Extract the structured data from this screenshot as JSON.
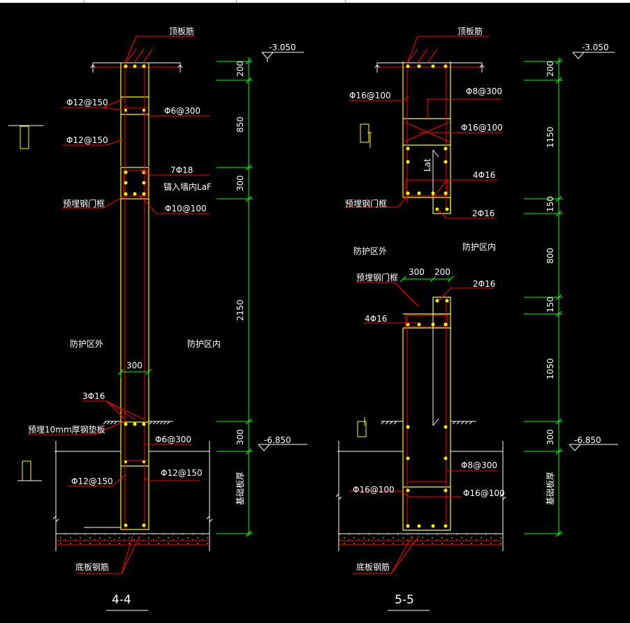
{
  "colors": {
    "bg": "#000000",
    "wall": "#ffff00",
    "rebar": "#ff0000",
    "dimension": "#00ff00",
    "text": "#ffffff",
    "hatch": "#00ff80"
  },
  "section44": {
    "title": "4-4",
    "top_slab_label": "顶板筋",
    "bottom_slab_label": "底板钢筋",
    "elev_top": "-3.050",
    "elev_bottom": "-6.850",
    "found_label": "基础板厚",
    "dims": [
      "200",
      "850",
      "300",
      "2150",
      "300"
    ],
    "width_dim": "300",
    "outside_label": "防护区外",
    "inside_label": "防护区内",
    "callouts": {
      "phi12_150_a": "Φ12@150",
      "phi6_300_a": "Φ6@300",
      "phi12_150_b": "Φ12@150",
      "seven_phi18": "7Φ18",
      "anchor": "锚入墙内LaF",
      "door_frame": "预埋钢门框",
      "phi10_100": "Φ10@100",
      "three_phi16": "3Φ16",
      "steel_plate": "预埋10mm厚钢垫板",
      "phi6_300_b": "Φ6@300",
      "phi12_150_c": "Φ12@150",
      "phi12_150_d": "Φ12@150"
    }
  },
  "section55": {
    "title": "5-5",
    "top_slab_label": "顶板筋",
    "bottom_slab_label": "底板钢筋",
    "elev_top": "-3.050",
    "elev_bottom": "-6.850",
    "found_label": "基础板厚",
    "dims": [
      "200",
      "1150",
      "150",
      "800",
      "150",
      "1050",
      "300"
    ],
    "callouts": {
      "phi16_100_a": "Φ16@100",
      "phi8_300_a": "Φ8@300",
      "phi16_100_b": "Φ16@100",
      "four_phi16_a": "4Φ16",
      "lat": "Lat",
      "door_frame_a": "预埋钢门框",
      "two_phi16_a": "2Φ16",
      "outside_label": "防护区外",
      "inside_label": "防护区内",
      "w300": "300",
      "w200": "200",
      "door_frame_b": "预埋钢门框",
      "two_phi16_b": "2Φ16",
      "four_phi16_b": "4Φ16",
      "phi8_300_b": "Φ8@300",
      "phi16_100_c": "Φ16@100",
      "phi16_100_d": "Φ16@100"
    }
  }
}
